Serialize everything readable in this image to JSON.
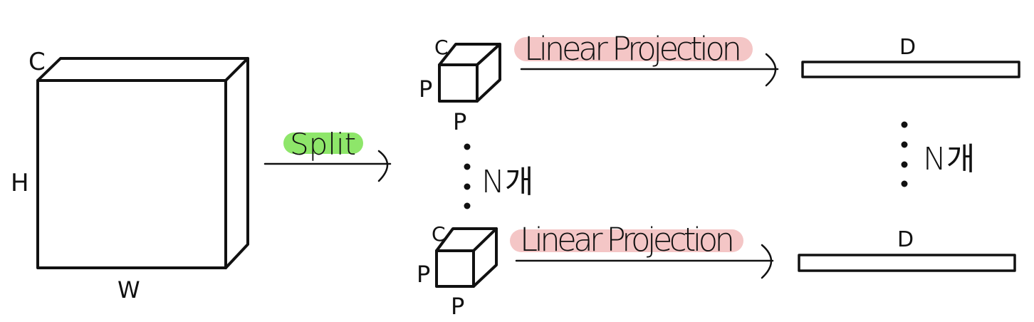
{
  "input_volume": {
    "depth_label": "C",
    "height_label": "H",
    "width_label": "W"
  },
  "split": {
    "label": "Split",
    "highlight": "#8ee66a"
  },
  "patch_top": {
    "c_label": "C",
    "side_label": "P",
    "bottom_label": "P"
  },
  "patch_bottom": {
    "c_label": "C",
    "side_label": "P",
    "bottom_label": "P"
  },
  "projection_top": {
    "label": "Linear Projection",
    "highlight": "#f4c6c6"
  },
  "projection_bottom": {
    "label": "Linear Projection",
    "highlight": "#f4c6c6"
  },
  "count_patches": {
    "label": "N개"
  },
  "count_vectors": {
    "label": "N개"
  },
  "vector_top": {
    "label": "D"
  },
  "vector_bottom": {
    "label": "D"
  }
}
